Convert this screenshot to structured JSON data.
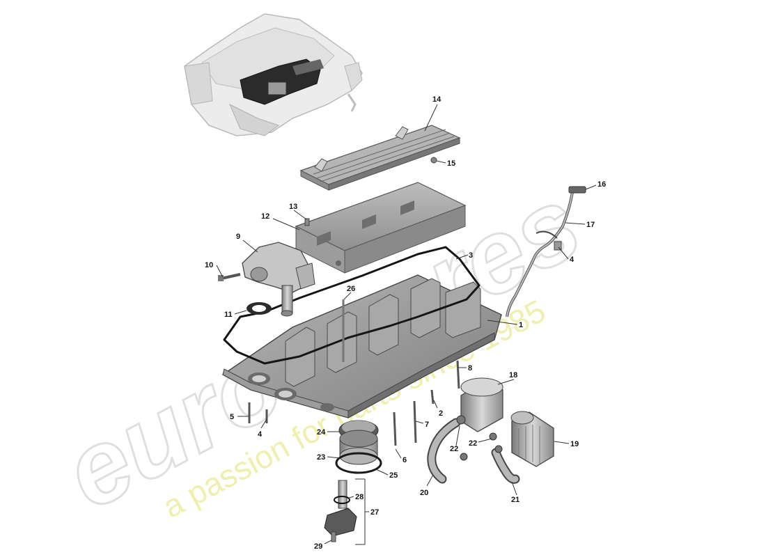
{
  "watermark": {
    "brand": "eurospares",
    "tagline": "a passion for parts since 1985"
  },
  "callouts": [
    {
      "label": "1"
    },
    {
      "label": "2"
    },
    {
      "label": "3"
    },
    {
      "label": "4"
    },
    {
      "label": "4"
    },
    {
      "label": "5"
    },
    {
      "label": "6"
    },
    {
      "label": "7"
    },
    {
      "label": "8"
    },
    {
      "label": "9"
    },
    {
      "label": "10"
    },
    {
      "label": "11"
    },
    {
      "label": "12"
    },
    {
      "label": "13"
    },
    {
      "label": "14"
    },
    {
      "label": "15"
    },
    {
      "label": "16"
    },
    {
      "label": "17"
    },
    {
      "label": "18"
    },
    {
      "label": "19"
    },
    {
      "label": "20"
    },
    {
      "label": "21"
    },
    {
      "label": "22"
    },
    {
      "label": "22"
    },
    {
      "label": "23"
    },
    {
      "label": "24"
    },
    {
      "label": "25"
    },
    {
      "label": "26"
    },
    {
      "label": "27"
    },
    {
      "label": "28"
    },
    {
      "label": "29"
    }
  ],
  "colors": {
    "part_fill": "#c9c9c9",
    "part_dark": "#8a8a8a",
    "part_outline": "#4a4a4a",
    "gasket": "#1a1a1a",
    "watermark_brand": "#d8d8d8",
    "watermark_tagline": "#ecec9a"
  }
}
